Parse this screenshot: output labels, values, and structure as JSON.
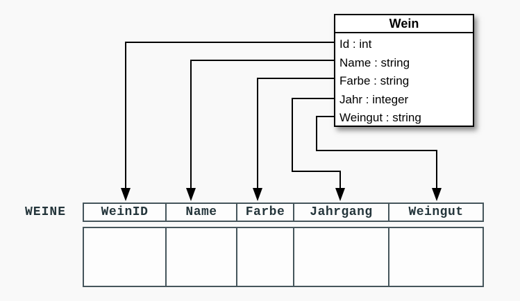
{
  "background_color": "#f9f9f9",
  "class_box": {
    "title": "Wein",
    "attributes": [
      "Id : int",
      "Name : string",
      "Farbe : string",
      "Jahr : integer",
      "Weingut : string"
    ]
  },
  "table": {
    "label": "WEINE",
    "columns": [
      "WeinID",
      "Name",
      "Farbe",
      "Jahrgang",
      "Weingut"
    ],
    "body_row_count": 1
  },
  "mappings": [
    {
      "from": "Id",
      "to": "WeinID"
    },
    {
      "from": "Name",
      "to": "Name"
    },
    {
      "from": "Farbe",
      "to": "Farbe"
    },
    {
      "from": "Jahr",
      "to": "Jahrgang"
    },
    {
      "from": "Weingut",
      "to": "Weingut"
    }
  ],
  "colors": {
    "connector": "#000000",
    "class_border": "#000000",
    "table_border": "#45555b",
    "table_text": "#24353b"
  }
}
